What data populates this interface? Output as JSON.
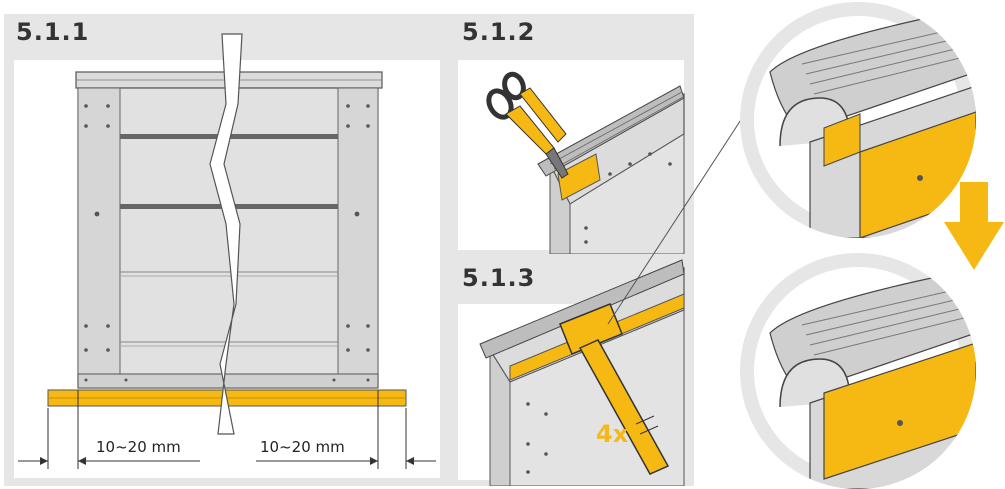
{
  "steps": {
    "s1": "5.1.1",
    "s2": "5.1.2",
    "s3": "5.1.3"
  },
  "dimensions": {
    "left": "10~20 mm",
    "right": "10~20 mm"
  },
  "repeat": "4x",
  "colors": {
    "frame": "#e6e6e6",
    "accent": "#f6b914",
    "panel": "#dcdcdc",
    "line": "#555555"
  },
  "icons": {
    "arrow": "arrow-down-icon",
    "scissors": "scissors-icon",
    "hammer": "mallet-icon"
  }
}
